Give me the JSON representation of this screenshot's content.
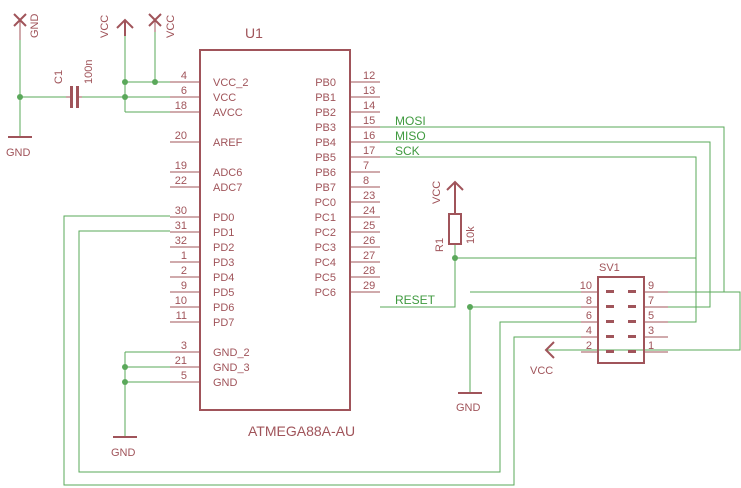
{
  "u1": {
    "name": "U1",
    "value": "ATMEGA88A-AU",
    "left_pins": [
      {
        "num": "4",
        "label": "VCC_2"
      },
      {
        "num": "6",
        "label": "VCC"
      },
      {
        "num": "18",
        "label": "AVCC"
      },
      {
        "num": "20",
        "label": "AREF"
      },
      {
        "num": "19",
        "label": "ADC6"
      },
      {
        "num": "22",
        "label": "ADC7"
      },
      {
        "num": "30",
        "label": "PD0"
      },
      {
        "num": "31",
        "label": "PD1"
      },
      {
        "num": "32",
        "label": "PD2"
      },
      {
        "num": "1",
        "label": "PD3"
      },
      {
        "num": "2",
        "label": "PD4"
      },
      {
        "num": "9",
        "label": "PD5"
      },
      {
        "num": "10",
        "label": "PD6"
      },
      {
        "num": "11",
        "label": "PD7"
      },
      {
        "num": "3",
        "label": "GND_2"
      },
      {
        "num": "21",
        "label": "GND_3"
      },
      {
        "num": "5",
        "label": "GND"
      }
    ],
    "right_pins": [
      {
        "num": "12",
        "label": "PB0"
      },
      {
        "num": "13",
        "label": "PB1"
      },
      {
        "num": "14",
        "label": "PB2"
      },
      {
        "num": "15",
        "label": "PB3"
      },
      {
        "num": "16",
        "label": "PB4"
      },
      {
        "num": "17",
        "label": "PB5"
      },
      {
        "num": "7",
        "label": "PB6"
      },
      {
        "num": "8",
        "label": "PB7"
      },
      {
        "num": "23",
        "label": "PC0"
      },
      {
        "num": "24",
        "label": "PC1"
      },
      {
        "num": "25",
        "label": "PC2"
      },
      {
        "num": "26",
        "label": "PC3"
      },
      {
        "num": "27",
        "label": "PC4"
      },
      {
        "num": "28",
        "label": "PC5"
      },
      {
        "num": "29",
        "label": "PC6"
      }
    ]
  },
  "c1": {
    "name": "C1",
    "value": "100n"
  },
  "r1": {
    "name": "R1",
    "value": "10k"
  },
  "sv1": {
    "name": "SV1",
    "left_pins": [
      "10",
      "8",
      "6",
      "4",
      "2"
    ],
    "right_pins": [
      "9",
      "7",
      "5",
      "3",
      "1"
    ]
  },
  "net_labels": {
    "mosi": "MOSI",
    "miso": "MISO",
    "sck": "SCK",
    "reset": "RESET"
  },
  "supplies": {
    "gnd_top": "GND",
    "vcc_top": "VCC",
    "vcc_top2": "VCC",
    "gnd_cap": "GND",
    "gnd_mcu": "GND",
    "vcc_r1": "VCC",
    "gnd_conn": "GND",
    "vcc_conn": "VCC"
  },
  "colors": {
    "part": "#a0545a",
    "wire": "#5aa85a",
    "net_text": "#3f9a3f",
    "background": "#ffffff"
  }
}
